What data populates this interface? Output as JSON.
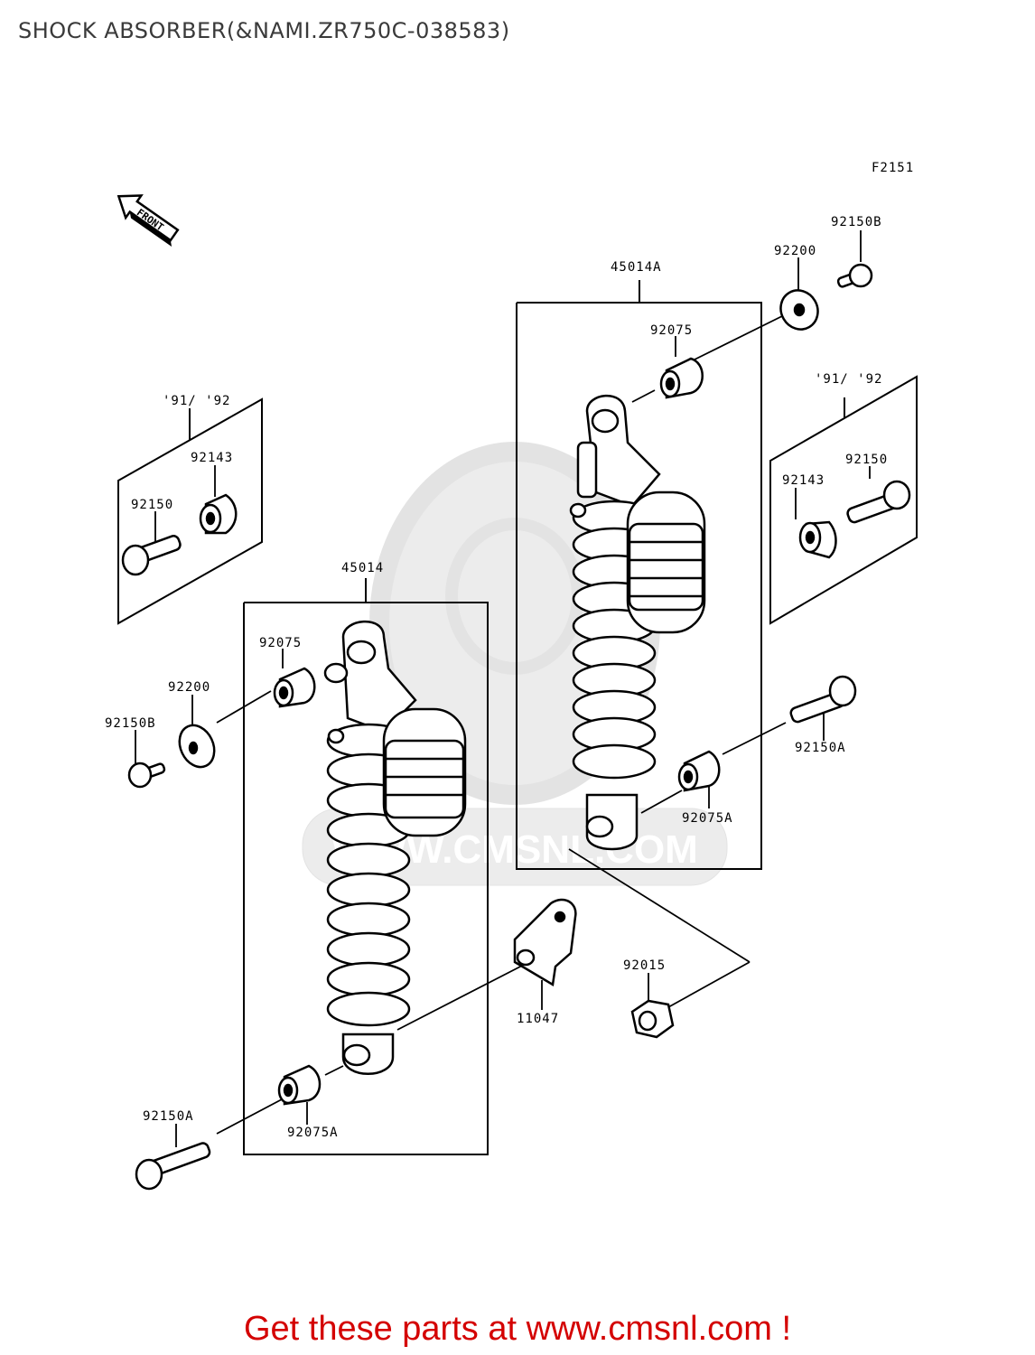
{
  "header": {
    "title": "SHOCK ABSORBER(&NAMI.ZR750C-038583)"
  },
  "figure": {
    "code": "F2151",
    "front_label": "FRONT"
  },
  "watermark": {
    "text": "WWW.CMSNL.COM"
  },
  "labels": {
    "l45014a": "45014A",
    "l45014": "45014",
    "l92150b_r": "92150B",
    "l92200_r": "92200",
    "l92075_r": "92075",
    "l9192_r": "'91/ '92",
    "l92143_r": "92143",
    "l92150_r": "92150",
    "l92150a_r": "92150A",
    "l92075a_r": "92075A",
    "l9192_l": "'91/ '92",
    "l92143_l": "92143",
    "l92150_l": "92150",
    "l92075_l": "92075",
    "l92200_l": "92200",
    "l92150b_l": "92150B",
    "l92015": "92015",
    "l11047": "11047",
    "l92150a_l": "92150A",
    "l92075a_l": "92075A"
  },
  "footer": {
    "link_text": "Get these parts at www.cmsnl.com !",
    "color": "#d40000"
  }
}
